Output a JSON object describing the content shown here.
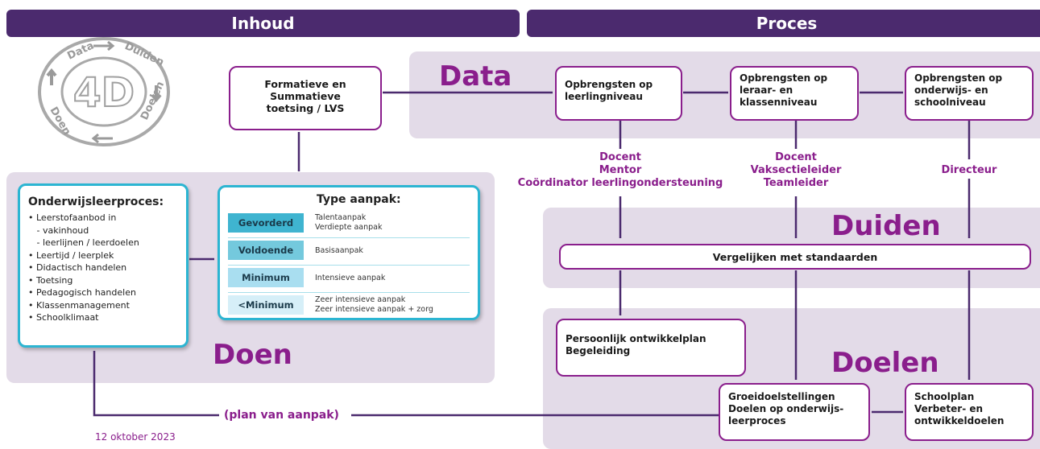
{
  "header": {
    "inhoud": "Inhoud",
    "proces": "Proces"
  },
  "logo": {
    "center": "4D",
    "ring_texts": [
      "Data",
      "Duiden",
      "Doelen",
      "Doen"
    ]
  },
  "sections": {
    "data": "Data",
    "duiden": "Duiden",
    "doelen": "Doelen",
    "doen": "Doen"
  },
  "boxes": {
    "toetsing": "Formatieve en\nSummatieve\ntoetsing / LVS",
    "opbrengst_leerling": "Opbrengsten op\nleerlingniveau",
    "opbrengst_klas": "Opbrengsten op\nleraar- en\nklassenniveau",
    "opbrengst_school": "Opbrengsten op\nonderwijs- en\nschoolniveau",
    "vergelijken": "Vergelijken met standaarden",
    "persoonlijk": "Persoonlijk ontwikkelplan\nBegeleiding",
    "groeidoel": "Groeidoelstellingen\nDoelen op onderwijs-\nleerproces",
    "schoolplan": "Schoolplan\nVerbeter- en\nontwikkeldoelen"
  },
  "roles": {
    "leerling": "Docent\nMentor\nCoördinator leerlingondersteuning",
    "klas": "Docent\nVaksectieleider\nTeamleider",
    "school": "Directeur"
  },
  "onderwijs": {
    "title": "Onderwijsleerproces:",
    "items": [
      "• Leerstofaanbod in",
      "   - vakinhoud",
      "   - leerlijnen / leerdoelen",
      "• Leertijd / leerplek",
      "• Didactisch handelen",
      "• Toetsing",
      "• Pedagogisch handelen",
      "• Klassenmanagement",
      "• Schoolklimaat"
    ]
  },
  "aanpak": {
    "title": "Type aanpak:",
    "rows": [
      {
        "tag": "Gevorderd",
        "desc": "Talentaanpak\nVerdiepte aanpak",
        "color": "#3fb4d0"
      },
      {
        "tag": "Voldoende",
        "desc": "Basisaanpak",
        "color": "#74c9dd"
      },
      {
        "tag": "Minimum",
        "desc": "Intensieve aanpak",
        "color": "#a9def0"
      },
      {
        "tag": "<Minimum",
        "desc": "Zeer intensieve aanpak\nZeer intensieve aanpak + zorg",
        "color": "#d6eff8"
      }
    ]
  },
  "plan_label": "(plan van aanpak)",
  "date": "12 oktober 2023",
  "colors": {
    "purple": "#8a1e8c",
    "dark_purple": "#4b2a6e",
    "panel": "#e3dbe8",
    "cyan": "#2cb5d2"
  }
}
